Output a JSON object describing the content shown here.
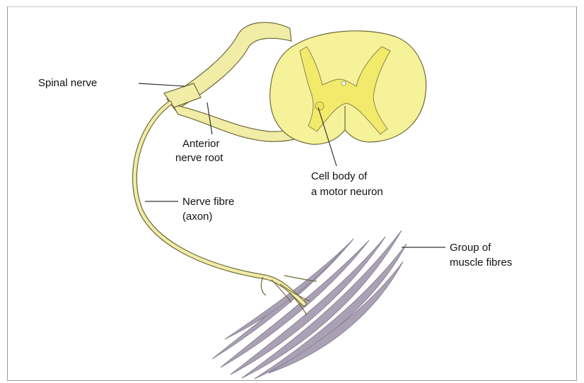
{
  "diagram": {
    "labels": {
      "spinal_nerve": "Spinal nerve",
      "anterior_root_line1": "Anterior",
      "anterior_root_line2": "nerve root",
      "cell_body_line1": "Cell body of",
      "cell_body_line2": "a motor neuron",
      "nerve_fibre_line1": "Nerve fibre",
      "nerve_fibre_line2": "(axon)",
      "muscle_line1": "Group of",
      "muscle_line2": "muscle fibres"
    },
    "colors": {
      "spinal_cord_fill": "#f6f29a",
      "grey_matter_fill": "#f2ea6a",
      "nerve_fill": "#f1eca6",
      "outline": "#6e6a3a",
      "muscle_fill": "#aaa2b4",
      "muscle_stroke": "#8a8296",
      "leader_line": "#333333"
    }
  }
}
